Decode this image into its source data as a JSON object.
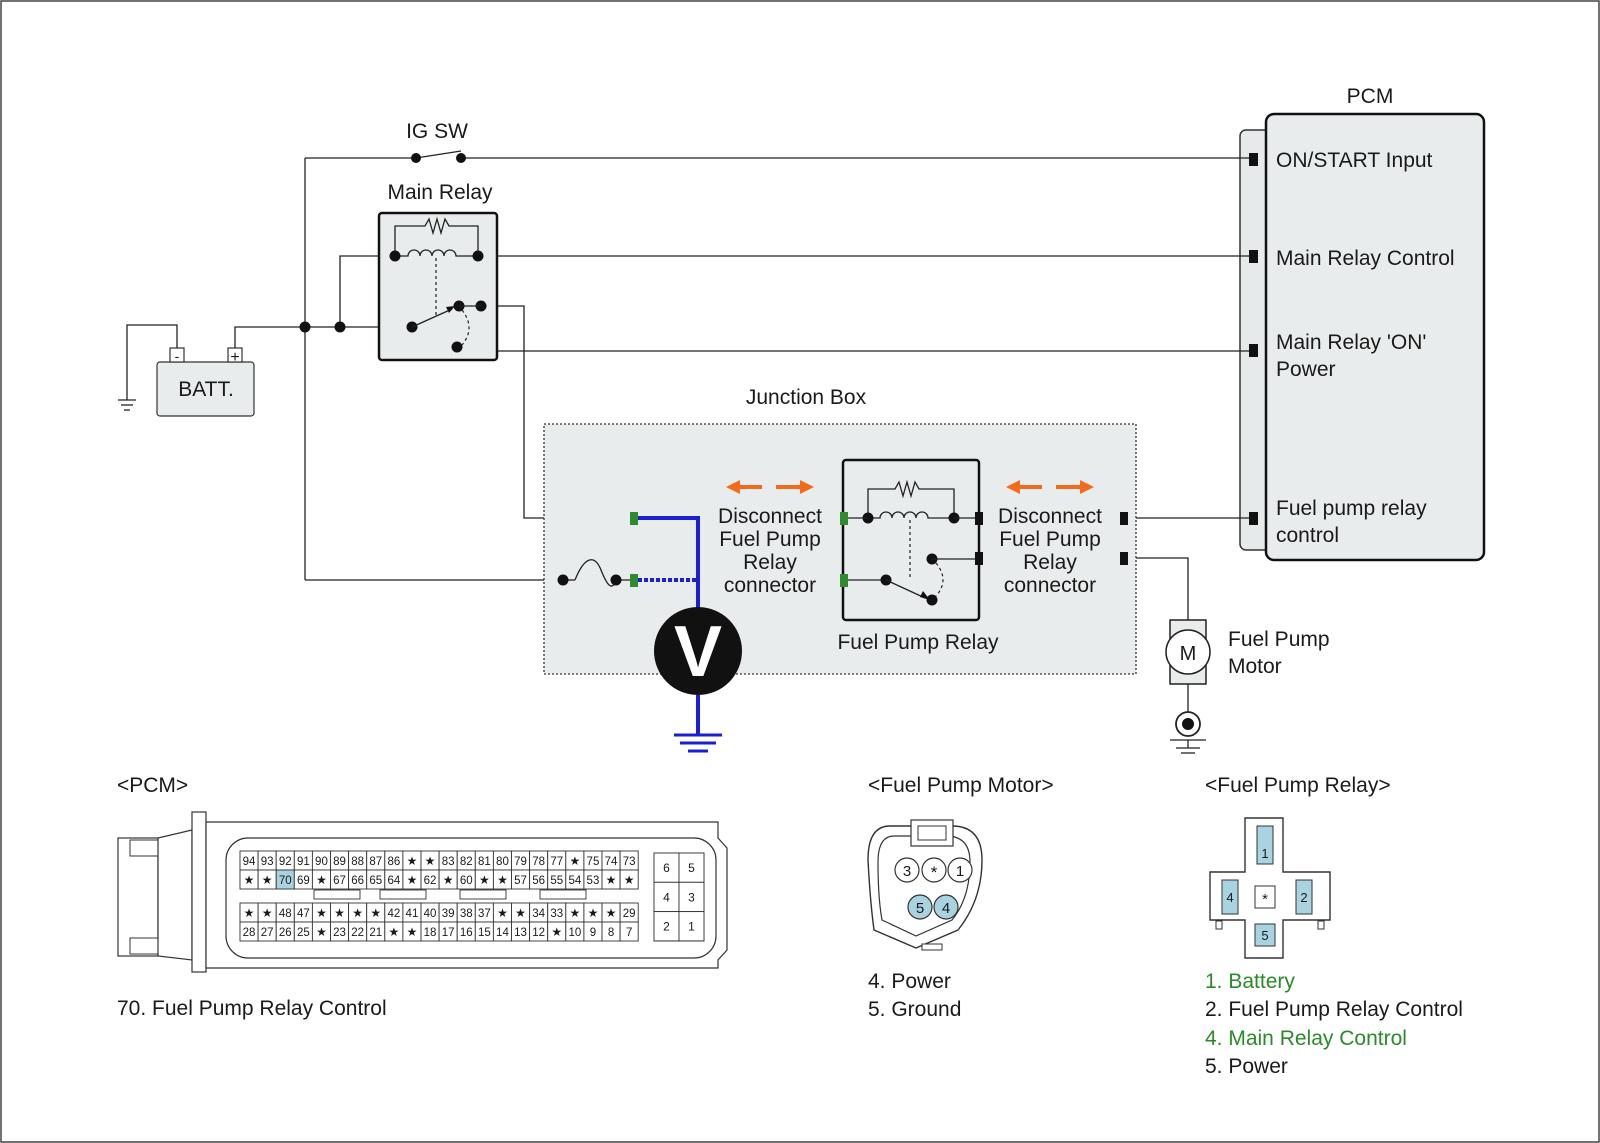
{
  "labels": {
    "pcm": "PCM",
    "ig_sw": "IG SW",
    "main_relay": "Main Relay",
    "batt": "BATT.",
    "batt_neg": "-",
    "batt_pos": "+",
    "junction_box": "Junction Box",
    "disconnect_left": [
      "Disconnect",
      "Fuel Pump",
      "Relay",
      "connector"
    ],
    "disconnect_right": [
      "Disconnect",
      "Fuel Pump",
      "Relay",
      "connector"
    ],
    "fuel_pump_relay": "Fuel Pump Relay",
    "fuel_pump_motor": [
      "Fuel Pump",
      "Motor"
    ],
    "motor_symbol": "M",
    "voltmeter_symbol": "V"
  },
  "pcm_terminals": {
    "on_start": "ON/START Input",
    "main_relay_control": "Main Relay Control",
    "main_relay_on_power": [
      "Main Relay 'ON'",
      "Power"
    ],
    "fuel_pump_relay_control": [
      "Fuel pump relay",
      "control"
    ]
  },
  "connectors": {
    "pcm": {
      "title": "<PCM>",
      "row1": [
        "94",
        "93",
        "92",
        "91",
        "90",
        "89",
        "88",
        "87",
        "86",
        "★",
        "★",
        "83",
        "82",
        "81",
        "80",
        "79",
        "78",
        "77",
        "★",
        "75",
        "74",
        "73"
      ],
      "row2": [
        "★",
        "★",
        "70",
        "69",
        "★",
        "67",
        "66",
        "65",
        "64",
        "★",
        "62",
        "★",
        "60",
        "★",
        "★",
        "57",
        "56",
        "55",
        "54",
        "53",
        "★",
        "★"
      ],
      "row3": [
        "★",
        "★",
        "48",
        "47",
        "★",
        "★",
        "★",
        "★",
        "42",
        "41",
        "40",
        "39",
        "38",
        "37",
        "★",
        "★",
        "34",
        "33",
        "★",
        "★",
        "★",
        "29"
      ],
      "row4": [
        "28",
        "27",
        "26",
        "25",
        "★",
        "23",
        "22",
        "21",
        "★",
        "★",
        "18",
        "17",
        "16",
        "15",
        "14",
        "13",
        "12",
        "★",
        "10",
        "9",
        "8",
        "7"
      ],
      "side": [
        "6",
        "5",
        "4",
        "3",
        "2",
        "1"
      ],
      "note": "70. Fuel Pump Relay Control"
    },
    "motor": {
      "title": "<Fuel Pump Motor>",
      "pins_top": [
        "3",
        "*",
        "1"
      ],
      "pins_bottom": [
        "5",
        "4"
      ],
      "notes": [
        "4. Power",
        "5. Ground"
      ]
    },
    "relay": {
      "title": "<Fuel Pump Relay>",
      "pins": [
        "1",
        "4",
        "*",
        "2",
        "5"
      ],
      "notes": [
        "1. Battery",
        "2. Fuel Pump Relay Control",
        "4. Main Relay Control",
        "5. Power"
      ]
    }
  },
  "colors": {
    "measure_wire": "#1a1fd6",
    "arrow": "#f26b1d",
    "connector_green": "#2e8b2e",
    "highlight_green": "#2a8a2a",
    "pin_highlight": "#a9d3e0",
    "box_fill": "#e9ecec"
  }
}
